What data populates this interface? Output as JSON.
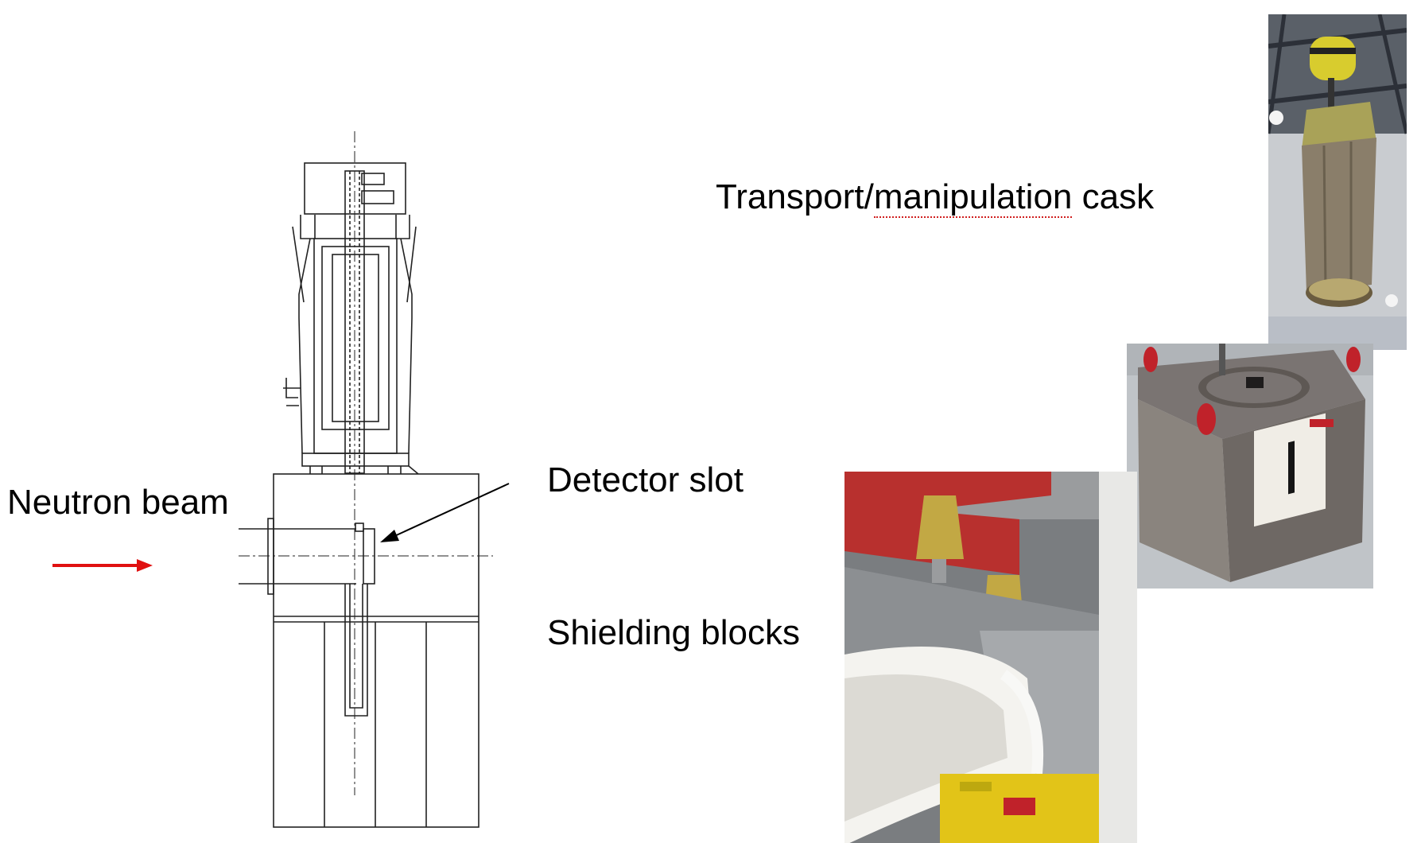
{
  "labels": {
    "cask_prefix": "Transport/",
    "cask_word": "manipulation",
    "cask_suffix": " cask",
    "neutron_beam": "Neutron beam",
    "detector_slot": "Detector slot",
    "shielding_blocks": "Shielding blocks"
  },
  "colors": {
    "beam_arrow": "#e01010",
    "drawing_line": "#222222",
    "pointer_arrow": "#000000",
    "spellcheck_underline": "#d02020"
  },
  "photos": {
    "cask": "photo-transport-cask",
    "block": "photo-shielding-block",
    "installation": "photo-beamline-installation"
  }
}
